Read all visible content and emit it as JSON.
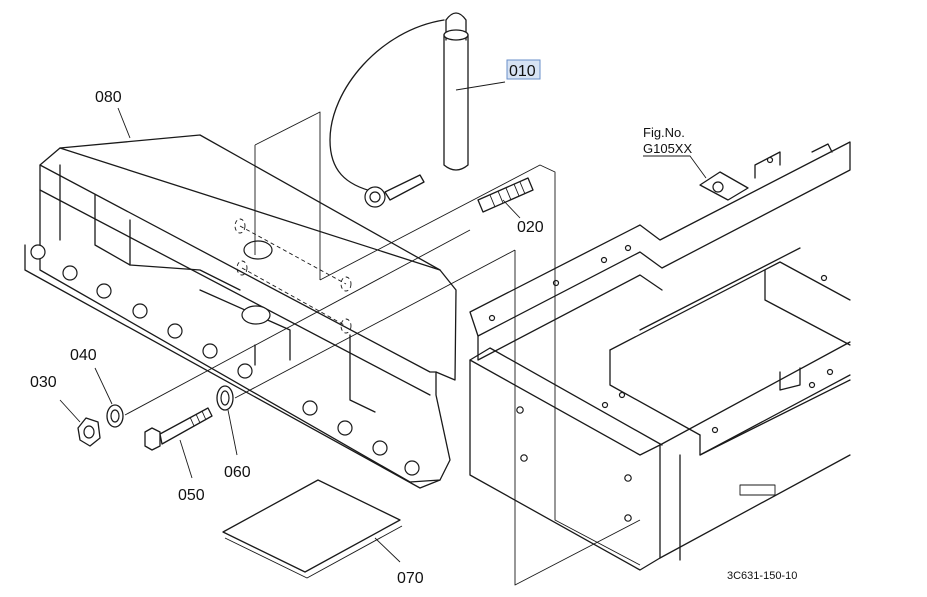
{
  "callouts": {
    "p010": "010",
    "p020": "020",
    "p030": "030",
    "p040": "040",
    "p050": "050",
    "p060": "060",
    "p070": "070",
    "p080": "080"
  },
  "figure_ref": {
    "line1": "Fig.No.",
    "line2": "G105XX"
  },
  "drawing_code": "3C631-150-10",
  "highlighted_callout": "010"
}
